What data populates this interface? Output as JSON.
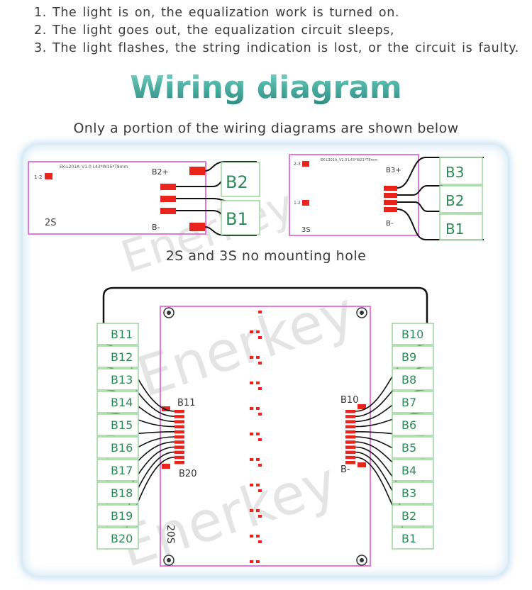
{
  "notes": [
    "1. The light is on, the equalization work is turned on.",
    "2. The light goes out, the equalization circuit sleeps,",
    "3. The light flashes, the string indication is lost, or the circuit is faulty."
  ],
  "title": "Wiring diagram",
  "subtitle": "Only a portion of the wiring diagrams are shown below",
  "caption_2s3s": "2S and 3S no mounting hole",
  "watermark": "Enerkey",
  "board_2s": {
    "label": "2S",
    "model": "EK-L201A_V1.0   L43*W15*T8mm",
    "led": "1-2",
    "pins": [
      "B2+",
      "B-"
    ],
    "cells": [
      "B2",
      "B1"
    ]
  },
  "board_3s": {
    "label": "3S",
    "model": "EK-L301A_V1.0   L43*W21*T8mm",
    "leds": [
      "2-3",
      "1-2"
    ],
    "pins": [
      "B3+",
      "B-"
    ],
    "cells": [
      "B3",
      "B2",
      "B1"
    ]
  },
  "board_20s": {
    "label": "20S",
    "left_top_pin": "B11",
    "left_bottom_pin": "B20",
    "right_top_pin": "B10",
    "right_bottom_pin": "B-",
    "left_cells": [
      "B11",
      "B12",
      "B13",
      "B14",
      "B15",
      "B16",
      "B17",
      "B18",
      "B19",
      "B20"
    ],
    "right_cells": [
      "B10",
      "B9",
      "B8",
      "B7",
      "B6",
      "B5",
      "B4",
      "B3",
      "B2",
      "B1"
    ]
  },
  "colors": {
    "title": "#4eb1a3",
    "board_outline": "#e07ad8",
    "pad_red": "#e8241c",
    "cell_green": "#2e8b57",
    "panel_glow": "#78b4dc"
  }
}
